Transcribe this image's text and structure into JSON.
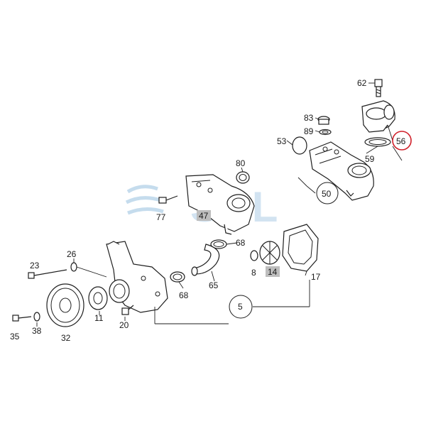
{
  "labels": {
    "l62": "62",
    "l83": "83",
    "l89": "89",
    "l56": "56",
    "l53": "53",
    "l59": "59",
    "l50": "50",
    "l80": "80",
    "l47": "47",
    "l77": "77",
    "l68a": "68",
    "l8": "8",
    "l14": "14",
    "l17": "17",
    "l26": "26",
    "l23": "23",
    "l68b": "68",
    "l65": "65",
    "l5": "5",
    "l11": "11",
    "l20": "20",
    "l35": "35",
    "l38": "38",
    "l32": "32"
  },
  "watermark": {
    "text": "SGL"
  },
  "colors": {
    "highlight_circle": "#d0202a",
    "shaded_label": "#bdbdbd",
    "watermark": "#7fb2d9"
  }
}
